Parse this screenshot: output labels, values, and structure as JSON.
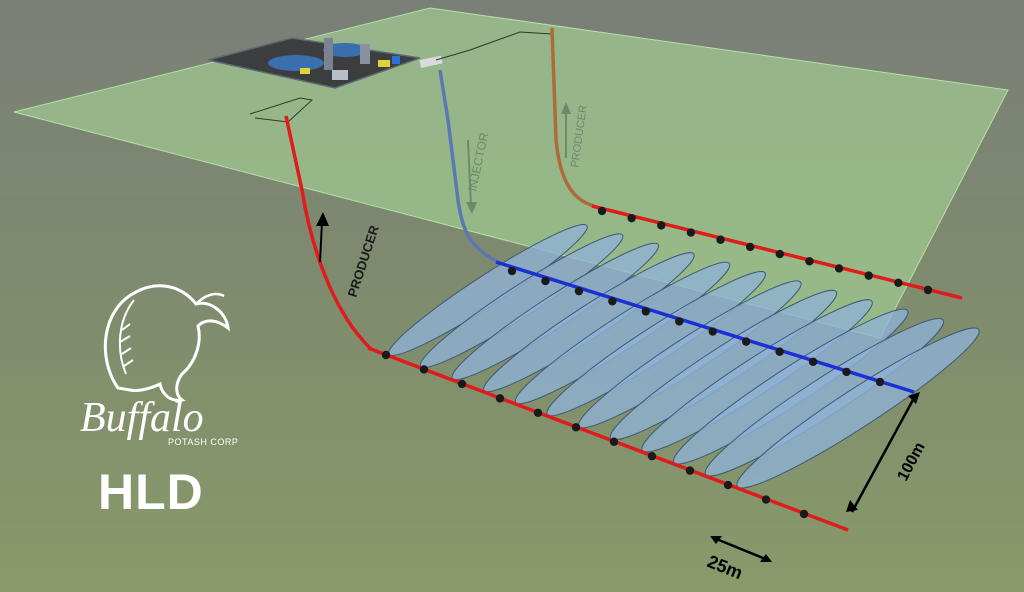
{
  "logo": {
    "brand_name": "Buffalo",
    "subtitle": "POTASH CORP",
    "project_code": "HLD",
    "mark": "buffalo-head-with-wheat"
  },
  "wells": {
    "producer_left_label": "PRODUCER",
    "injector_label": "INJECTOR",
    "producer_right_label": "PRODUCER"
  },
  "dimensions": {
    "well_spacing": "25m",
    "cavern_length": "100m"
  },
  "colors": {
    "producer": "#e01b1b",
    "injector": "#1b2fd6",
    "surface": "#9ccc8c",
    "cavern": "#8fb2d6",
    "background": "#7e8c6e"
  },
  "cavern_count": 12
}
